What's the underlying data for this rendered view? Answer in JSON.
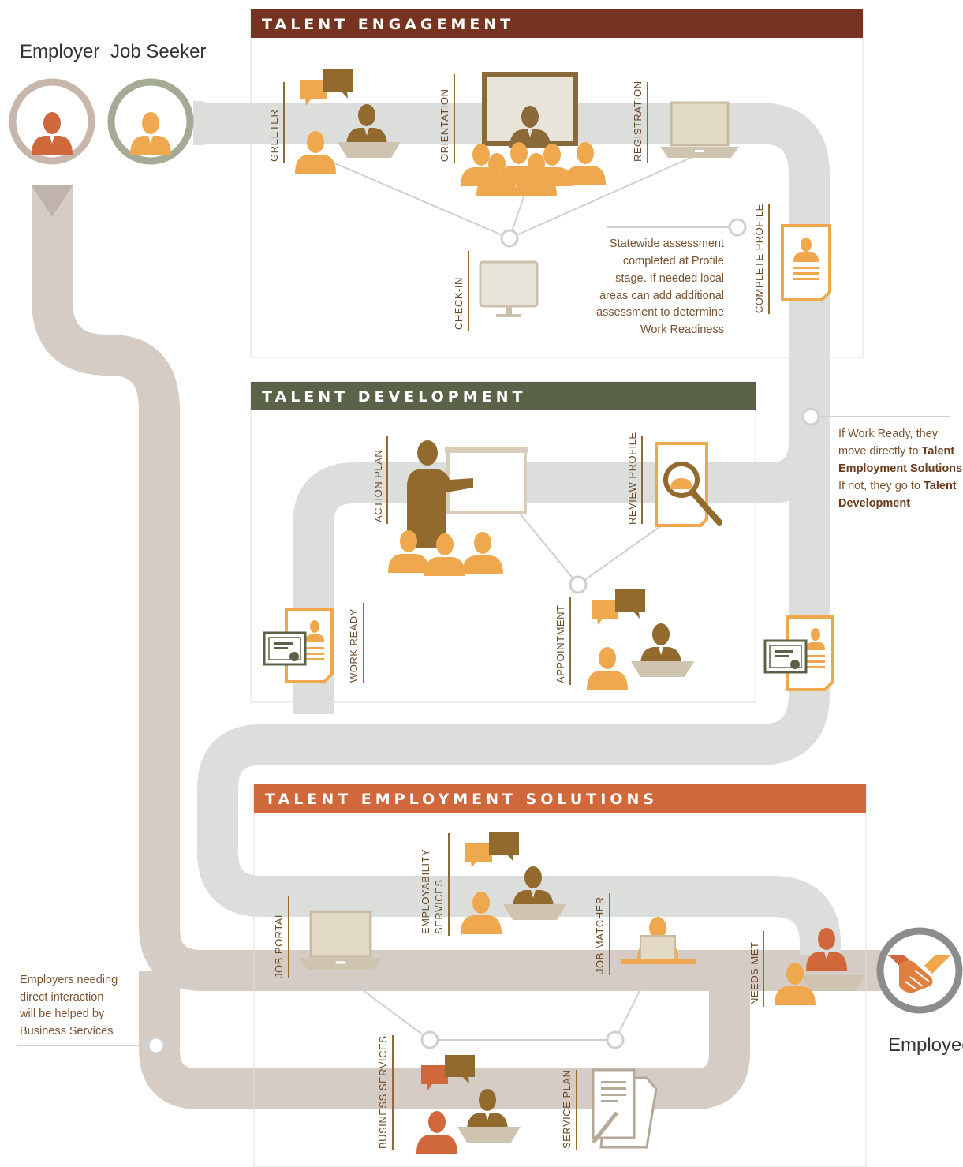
{
  "colors": {
    "engagement": "#76331f",
    "development": "#5a6347",
    "employment": "#d0683b",
    "path_grey": "#dcdedb",
    "path_taupe": "#d6ccc6",
    "orange": "#f0a84f",
    "brown": "#936a2d",
    "rust": "#d0683b",
    "label": "#6b4a2a"
  },
  "actors": {
    "employer": "Employer",
    "job_seeker": "Job Seeker",
    "employed": "Employed"
  },
  "sections": {
    "engagement": "TALENT ENGAGEMENT",
    "development": "TALENT DEVELOPMENT",
    "employment": "TALENT EMPLOYMENT SOLUTIONS"
  },
  "steps": {
    "greeter": "GREETER",
    "orientation": "ORIENTATION",
    "registration": "REGISTRATION",
    "check_in": "CHECK-IN",
    "complete_profile": "COMPLETE PROFILE",
    "action_plan": "ACTION PLAN",
    "review_profile": "REVIEW PROFILE",
    "work_ready": "WORK READY",
    "appointment": "APPOINTMENT",
    "employability_1": "EMPLOYABILITY",
    "employability_2": "SERVICES",
    "job_portal": "JOB PORTAL",
    "job_matcher": "JOB MATCHER",
    "needs_met": "NEEDS MET",
    "business_services": "BUSINESS SERVICES",
    "service_plan": "SERVICE PLAN"
  },
  "notes": {
    "assessment": [
      "Statewide assessment",
      "completed at Profile",
      "stage. If needed local",
      "areas can add additional",
      "assessment to determine",
      "Work Readiness"
    ],
    "work_ready": {
      "l1": "If Work Ready, they",
      "l2a": "move directly to ",
      "l2b": "Talent",
      "l3": "Employment Solutions",
      "l3b": ".",
      "l4a": "If not, they go to ",
      "l4b": "Talent",
      "l5": "Development"
    },
    "employers": [
      "Employers needing",
      "direct interaction",
      "will be helped by",
      "Business Services"
    ]
  }
}
